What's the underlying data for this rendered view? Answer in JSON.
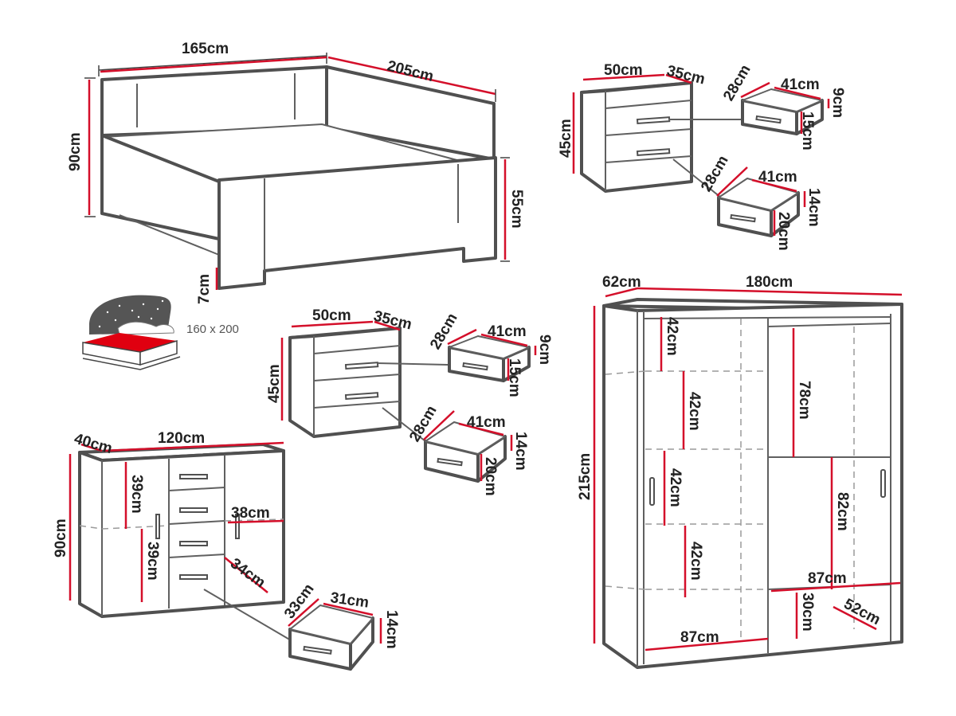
{
  "colors": {
    "dimension_line": "#d40f2a",
    "outline": "#505050",
    "mattress": "#e00010",
    "night_sky": "#555555"
  },
  "bed": {
    "width": "165cm",
    "length": "205cm",
    "headboard_height": "90cm",
    "footboard_height": "55cm",
    "leg_height": "7cm",
    "mattress_size": "160 x 200"
  },
  "nightstand_a": {
    "width": "50cm",
    "depth": "35cm",
    "height": "45cm",
    "drawer_top": {
      "depth": "28cm",
      "width": "41cm",
      "height": "9cm",
      "outer_height": "15cm"
    },
    "drawer_bottom": {
      "depth": "28cm",
      "width": "41cm",
      "height": "14cm",
      "outer_height": "20cm"
    }
  },
  "nightstand_b": {
    "width": "50cm",
    "depth": "35cm",
    "height": "45cm",
    "drawer_top": {
      "depth": "28cm",
      "width": "41cm",
      "height": "9cm",
      "outer_height": "15cm"
    },
    "drawer_bottom": {
      "depth": "28cm",
      "width": "41cm",
      "height": "14cm",
      "outer_height": "20cm"
    }
  },
  "dresser": {
    "depth": "40cm",
    "width": "120cm",
    "height": "90cm",
    "shelf_upper": "39cm",
    "shelf_lower": "39cm",
    "side_width": "38cm",
    "side_depth": "34cm",
    "drawer": {
      "depth": "33cm",
      "width": "31cm",
      "height": "14cm"
    }
  },
  "wardrobe": {
    "depth": "62cm",
    "width": "180cm",
    "height": "215cm",
    "top_shelf": "42cm",
    "shelf_1": "42cm",
    "shelf_2": "42cm",
    "shelf_3": "42cm",
    "hanging_upper": "78cm",
    "hanging_lower": "82cm",
    "right_width": "87cm",
    "bottom_height": "30cm",
    "bottom_depth": "52cm",
    "left_width": "87cm"
  }
}
